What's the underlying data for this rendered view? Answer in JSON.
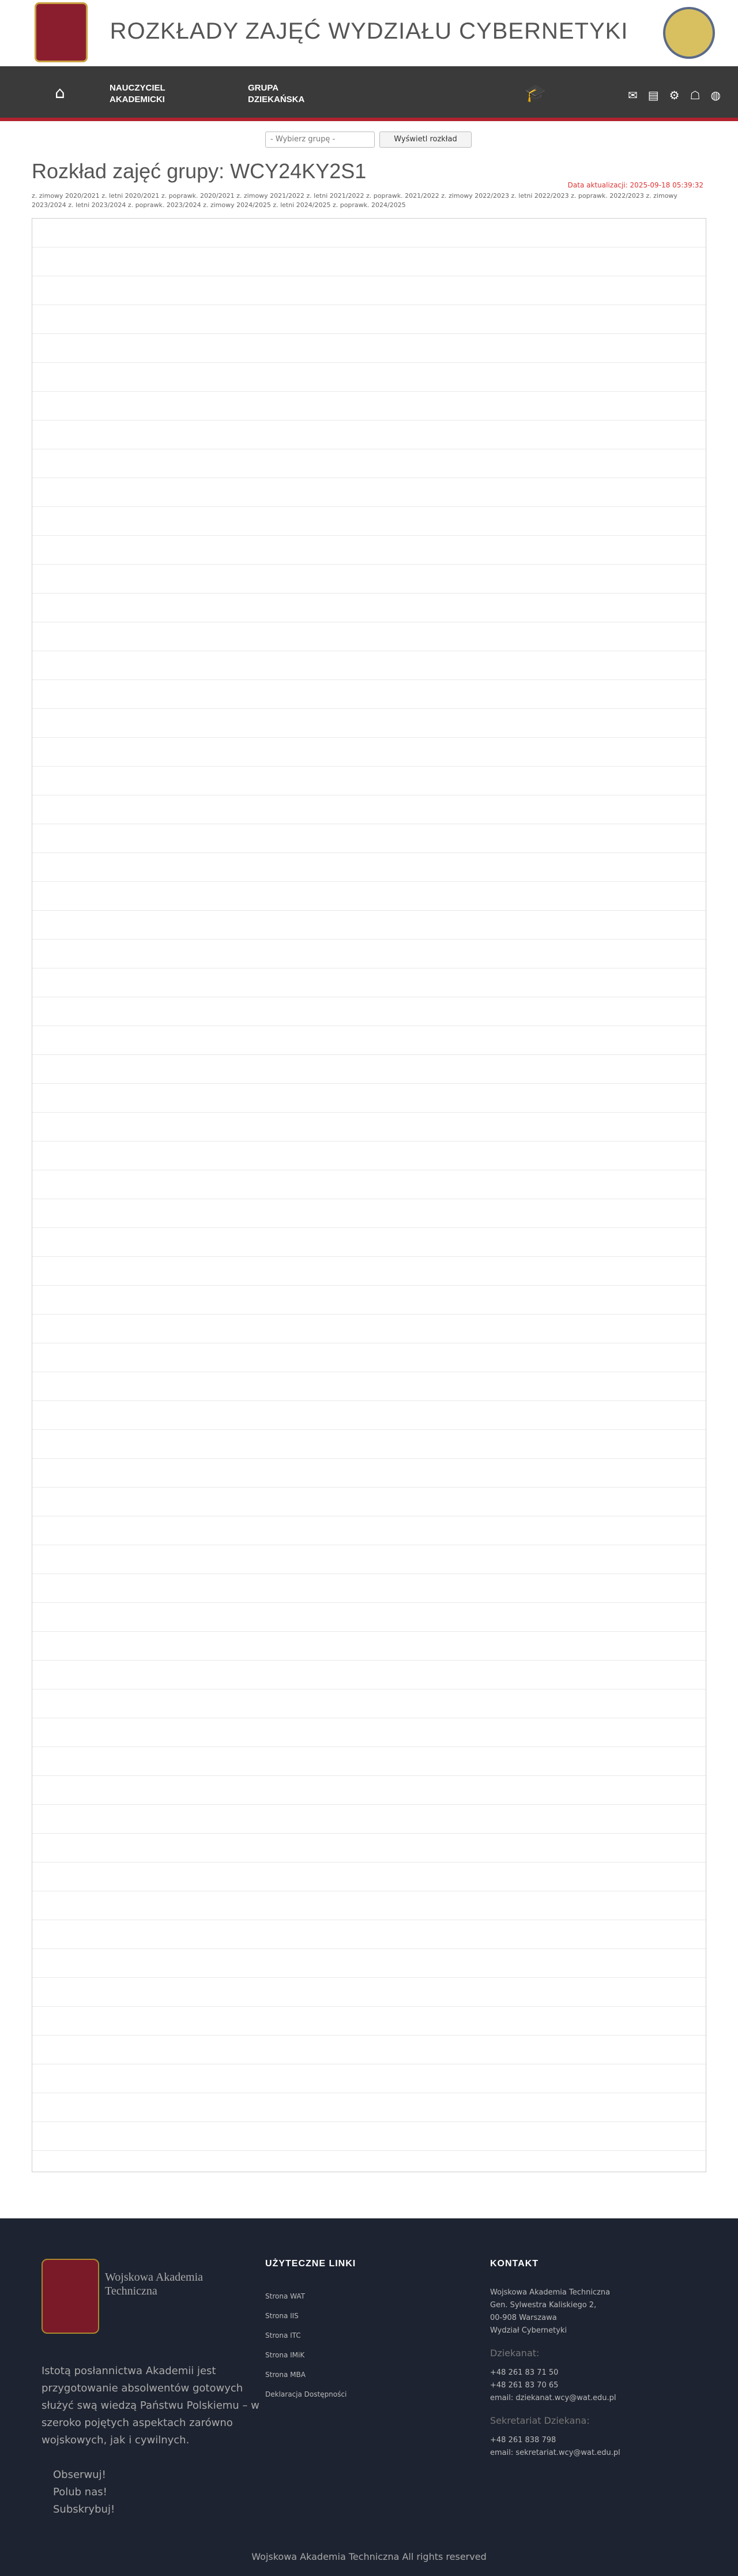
{
  "header": {
    "title": "ROZKŁADY ZAJĘĆ WYDZIAŁU CYBERNETYKI"
  },
  "nav": {
    "items": [
      {
        "label": "NAUCZYCIEL AKADEMICKI"
      },
      {
        "label": "GRUPA DZIEKAŃSKA"
      }
    ]
  },
  "selector": {
    "placeholder": "- Wybierz grupę -",
    "button": "Wyświetl rozkład"
  },
  "page": {
    "title": "Rozkład zajęć grupy: WCY24KY2S1",
    "updated": "Data aktualizacji: 2025-09-18 05:39:32",
    "semesters": "z. zimowy 2020/2021   z. letni 2020/2021   z. poprawk. 2020/2021   z. zimowy 2021/2022   z. letni 2021/2022   z. poprawk. 2021/2022   z. zimowy 2022/2023   z. letni 2022/2023   z. poprawk. 2022/2023   z. zimowy 2023/2024   z. letni 2023/2024   z. poprawk. 2023/2024   z. zimowy 2024/2025   z. letni 2024/2025   z. poprawk. 2024/2025"
  },
  "footer": {
    "logo_name": "Wojskowa Akademia Techniczna",
    "about": "Istotą posłannictwa Akademii jest przygotowanie absolwentów gotowych służyć swą wiedzą Państwu Polskiemu – w szeroko pojętych aspektach zarówno wojskowych, jak i cywilnych.",
    "social": [
      "Obserwuj!",
      "Polub nas!",
      "Subskrybuj!"
    ],
    "links_title": "UŻYTECZNE LINKI",
    "links": [
      "Strona WAT",
      "Strona IIS",
      "Strona ITC",
      "Strona IMiK",
      "Strona MBA",
      "Deklaracja Dostępności"
    ],
    "contact_title": "KONTAKT",
    "address": [
      "Wojskowa Akademia Techniczna",
      "Gen. Sylwestra Kaliskiego 2,",
      "00-908 Warszawa",
      "Wydział Cybernetyki"
    ],
    "dean_label": "Dziekanat:",
    "dean_phones": [
      "+48 261 83 71 50",
      "+48 261 83 70 65"
    ],
    "dean_email": "email: dziekanat.wcy@wat.edu.pl",
    "sec_label": "Sekretariat Dziekana:",
    "sec_phone": "+48 261 838 798",
    "sec_email": "email: sekretariat.wcy@wat.edu.pl",
    "copyright": "Wojskowa Akademia Techniczna All rights reserved"
  }
}
